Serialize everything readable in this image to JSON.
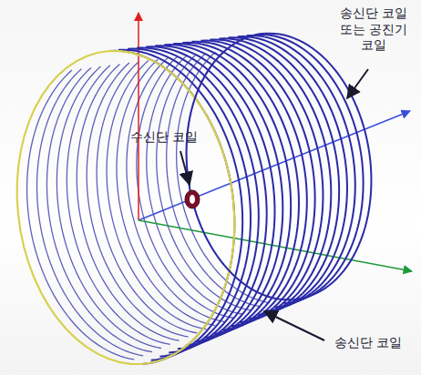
{
  "diagram": {
    "labels": [
      "송신단 코일 또는 공진기 코일",
      "수신단 코일",
      "송신단 코일"
    ]
  }
}
